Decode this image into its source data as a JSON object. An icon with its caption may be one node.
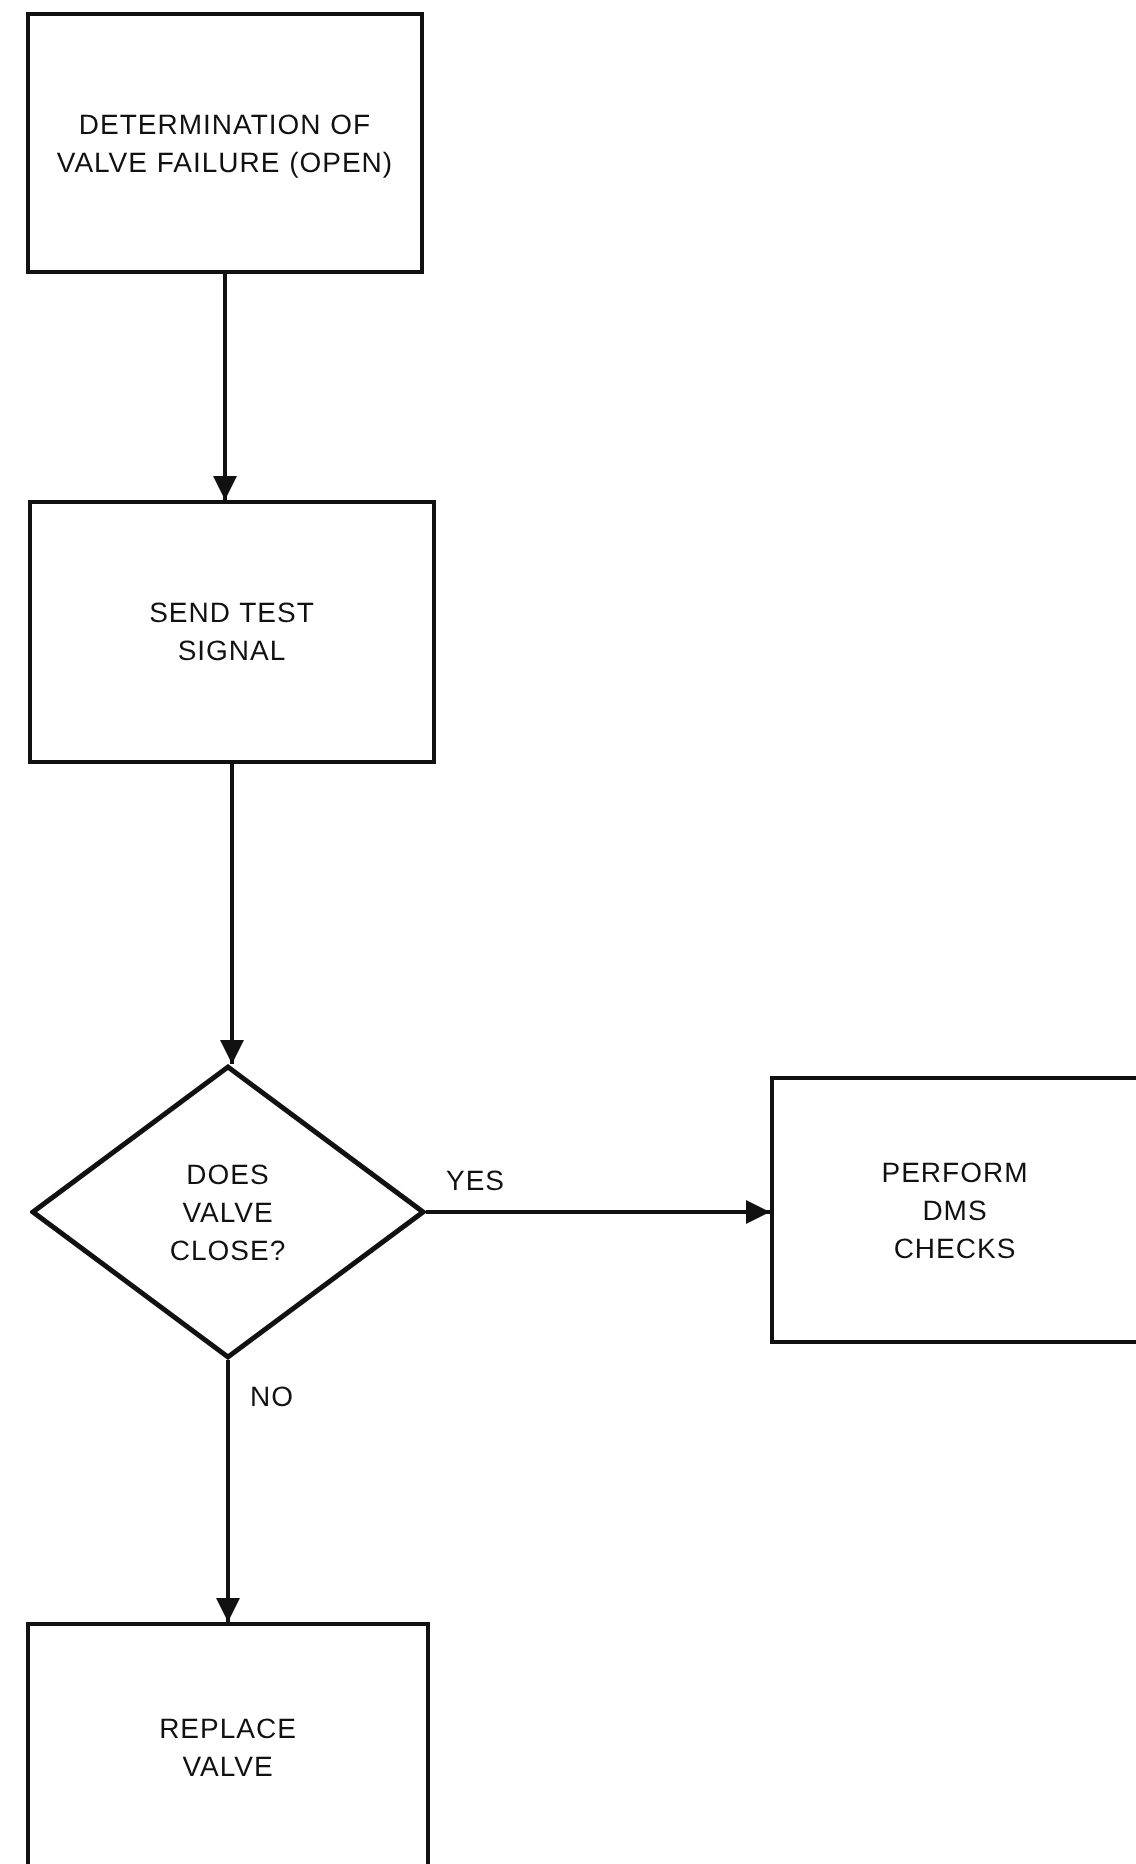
{
  "diagram": {
    "nodes": [
      {
        "text": [
          "DETERMINATION OF VALVE FAILURE (OPEN)"
        ]
      },
      {
        "text": [
          "SEND TEST SIGNAL"
        ]
      },
      {
        "text": [
          "DOES VALVE CLOSE?"
        ]
      },
      {
        "text": [
          "PERFORM DMS CHECKS"
        ]
      },
      {
        "text": [
          "REPLACE VALVE"
        ]
      }
    ],
    "edges": [
      {
        "from": 0,
        "to": 1,
        "arrow": "to"
      },
      {
        "from": 1,
        "to": 2,
        "arrow": "to"
      },
      {
        "from": 2,
        "to": 3,
        "arrow": "to",
        "label": "YES"
      },
      {
        "from": 2,
        "to": 4,
        "arrow": "to",
        "label": "NO"
      }
    ]
  }
}
